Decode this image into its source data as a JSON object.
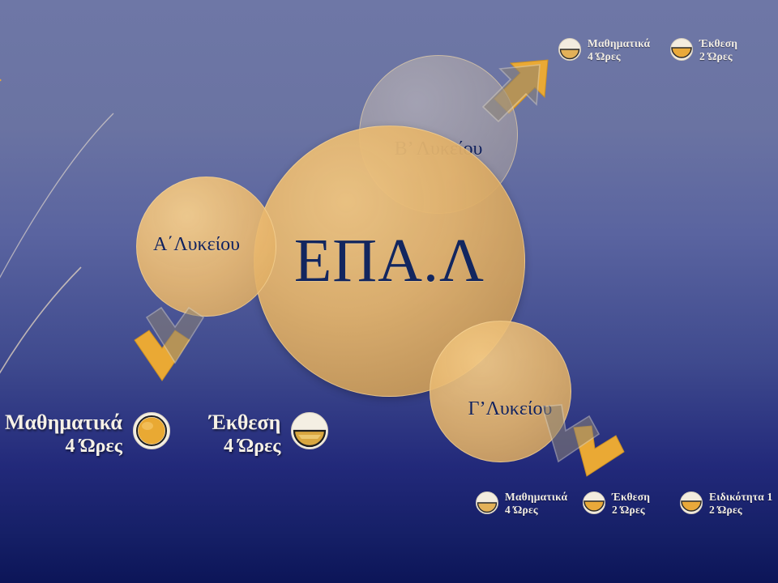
{
  "slide": {
    "background": {
      "top_color": "#6e77a6",
      "bottom_color": "#0c1558"
    },
    "accent_color": "#e8a830",
    "label_color": "#12265f"
  },
  "center": {
    "label": "ΕΠΑ.Λ"
  },
  "grades": [
    {
      "id": "a",
      "label": "Α΄Λυκείου"
    },
    {
      "id": "b",
      "label": "Β’ Λυκείου"
    },
    {
      "id": "c",
      "label": "Γ’Λυκείου"
    }
  ],
  "captions": {
    "grade_b": [
      {
        "subject": "Μαθηματικά",
        "hours": "4 Ώρες",
        "icon": "harvey-ball-half"
      },
      {
        "subject": "Έκθεση",
        "hours": "2 Ώρες",
        "icon": "harvey-ball-half-filled"
      }
    ],
    "grade_a": [
      {
        "subject": "Μαθηματικά",
        "hours": "4 Ώρες",
        "icon": "harvey-ball-full"
      },
      {
        "subject": "Έκθεση",
        "hours": "4 Ώρες",
        "icon": "harvey-ball-half"
      }
    ],
    "grade_c": [
      {
        "subject": "Μαθηματικά",
        "hours": "4 Ώρες",
        "icon": "harvey-ball-half"
      },
      {
        "subject": "Έκθεση",
        "hours": "2 Ώρες",
        "icon": "harvey-ball-half-filled"
      },
      {
        "subject": "Ειδικότητα 1",
        "hours": "2 Ώρες",
        "icon": "harvey-ball-half-filled"
      }
    ]
  },
  "arrows": [
    {
      "id": "arrow-up-right",
      "direction": "up-right"
    },
    {
      "id": "arrow-down-left",
      "direction": "down"
    },
    {
      "id": "arrow-down-right",
      "direction": "down-right"
    },
    {
      "id": "arrow-edge-left",
      "direction": "right"
    }
  ]
}
